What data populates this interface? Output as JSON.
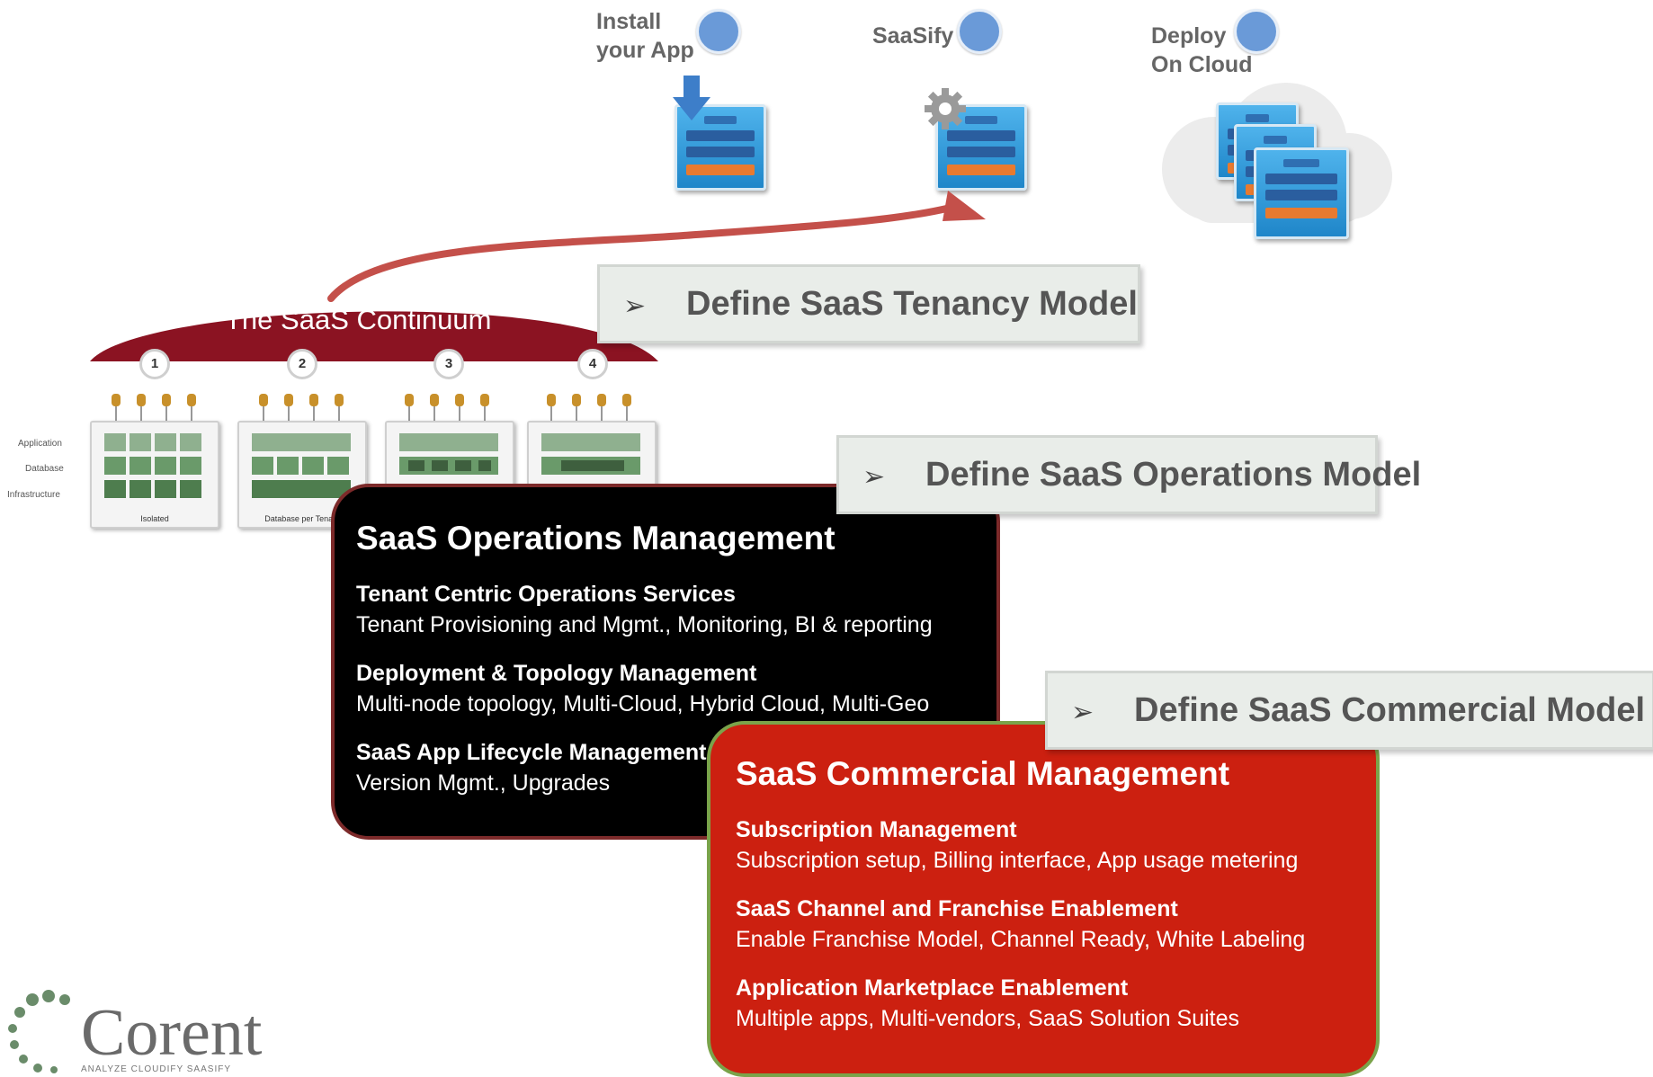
{
  "steps": [
    {
      "label_line1": "Install",
      "label_line2": "your App"
    },
    {
      "label_line1": "SaaSify",
      "label_line2": ""
    },
    {
      "label_line1": "Deploy",
      "label_line2": "On Cloud"
    }
  ],
  "continuum": {
    "title": "The SaaS Continuum",
    "badges": [
      "1",
      "2",
      "3",
      "4"
    ],
    "layers": [
      "Application",
      "Database",
      "Infrastructure"
    ],
    "tile_captions": [
      "Isolated",
      "Database per Tenant",
      "",
      ""
    ]
  },
  "banners": {
    "tenancy": "Define SaaS Tenancy Model",
    "operations": "Define SaaS Operations Model",
    "commercial": "Define SaaS Commercial Model",
    "bullet": "➢"
  },
  "operations_box": {
    "title": "SaaS Operations Management",
    "sections": [
      {
        "heading": "Tenant Centric Operations Services",
        "detail": "Tenant Provisioning and Mgmt., Monitoring, BI & reporting"
      },
      {
        "heading": "Deployment & Topology Management",
        "detail": "Multi-node topology, Multi-Cloud, Hybrid Cloud, Multi-Geo"
      },
      {
        "heading": "SaaS App Lifecycle Management",
        "detail": "Version Mgmt., Upgrades"
      }
    ]
  },
  "commercial_box": {
    "title": "SaaS Commercial Management",
    "sections": [
      {
        "heading": "Subscription Management",
        "detail": "Subscription setup, Billing interface, App usage metering"
      },
      {
        "heading": "SaaS Channel and Franchise Enablement",
        "detail": "Enable Franchise Model, Channel Ready, White Labeling"
      },
      {
        "heading": "Application Marketplace Enablement",
        "detail": "Multiple apps, Multi-vendors, SaaS Solution Suites"
      }
    ]
  },
  "logo": {
    "name": "Corent",
    "tagline": "ANALYZE CLOUDIFY SAASIFY"
  },
  "colors": {
    "continuum_arc": "#8b1322",
    "arrow": "#c4504a",
    "operations_bg": "#000000",
    "commercial_bg": "#cc2010",
    "commercial_border": "#7aa34a",
    "step_dot": "#6a9ad8"
  }
}
